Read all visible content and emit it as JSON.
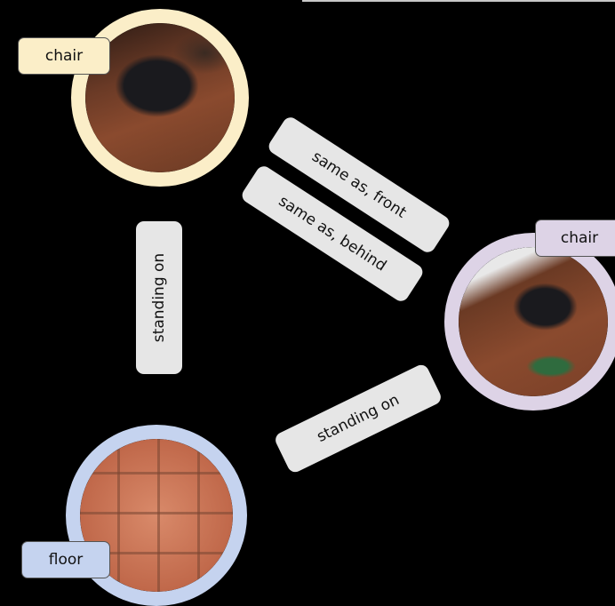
{
  "nodes": {
    "chair_top": {
      "label": "chair",
      "color": "#fbeec8"
    },
    "chair_right": {
      "label": "chair",
      "color": "#ddd3e6"
    },
    "floor": {
      "label": "floor",
      "color": "#c5d3ef"
    }
  },
  "edges": {
    "same_as_front": "same as, front",
    "same_as_behind": "same as, behind",
    "standing_on_left": "standing on",
    "standing_on_right": "standing on"
  },
  "colors": {
    "background": "#000000",
    "edge_label_bg": "#e6e6e6"
  }
}
